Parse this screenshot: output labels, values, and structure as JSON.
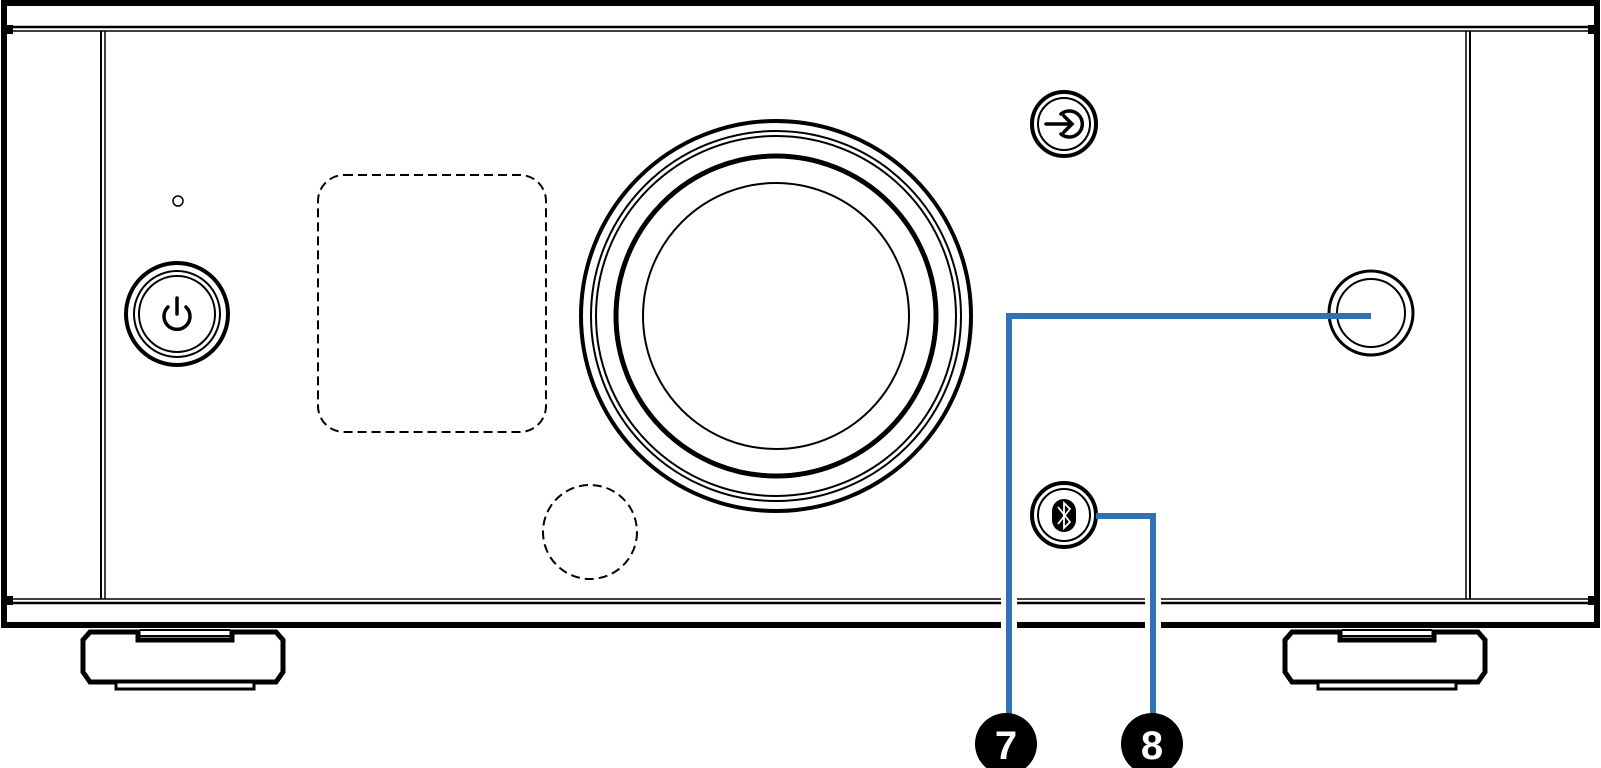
{
  "diagram": {
    "subject": "amplifier-front-panel",
    "callouts": [
      {
        "label": "7",
        "target": "headphone-jack"
      },
      {
        "label": "8",
        "target": "bluetooth-button"
      }
    ],
    "colors": {
      "callout_line": "#3071b1",
      "stroke": "#000000",
      "background": "#ffffff"
    },
    "icons": [
      "power-icon",
      "input-source-icon",
      "bluetooth-icon"
    ]
  }
}
